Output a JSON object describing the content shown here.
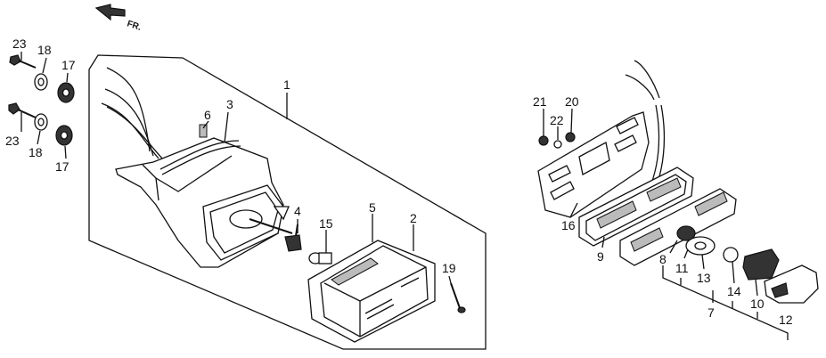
{
  "orientation": {
    "label": "FR."
  },
  "callouts": {
    "c1": "1",
    "c2": "2",
    "c3": "3",
    "c4": "4",
    "c5": "5",
    "c6": "6",
    "c7": "7",
    "c8": "8",
    "c9": "9",
    "c10": "10",
    "c11": "11",
    "c12": "12",
    "c13": "13",
    "c14": "14",
    "c15": "15",
    "c16": "16",
    "c17a": "17",
    "c17b": "17",
    "c18a": "18",
    "c18b": "18",
    "c19": "19",
    "c20": "20",
    "c21": "21",
    "c22": "22",
    "c23a": "23",
    "c23b": "23"
  }
}
